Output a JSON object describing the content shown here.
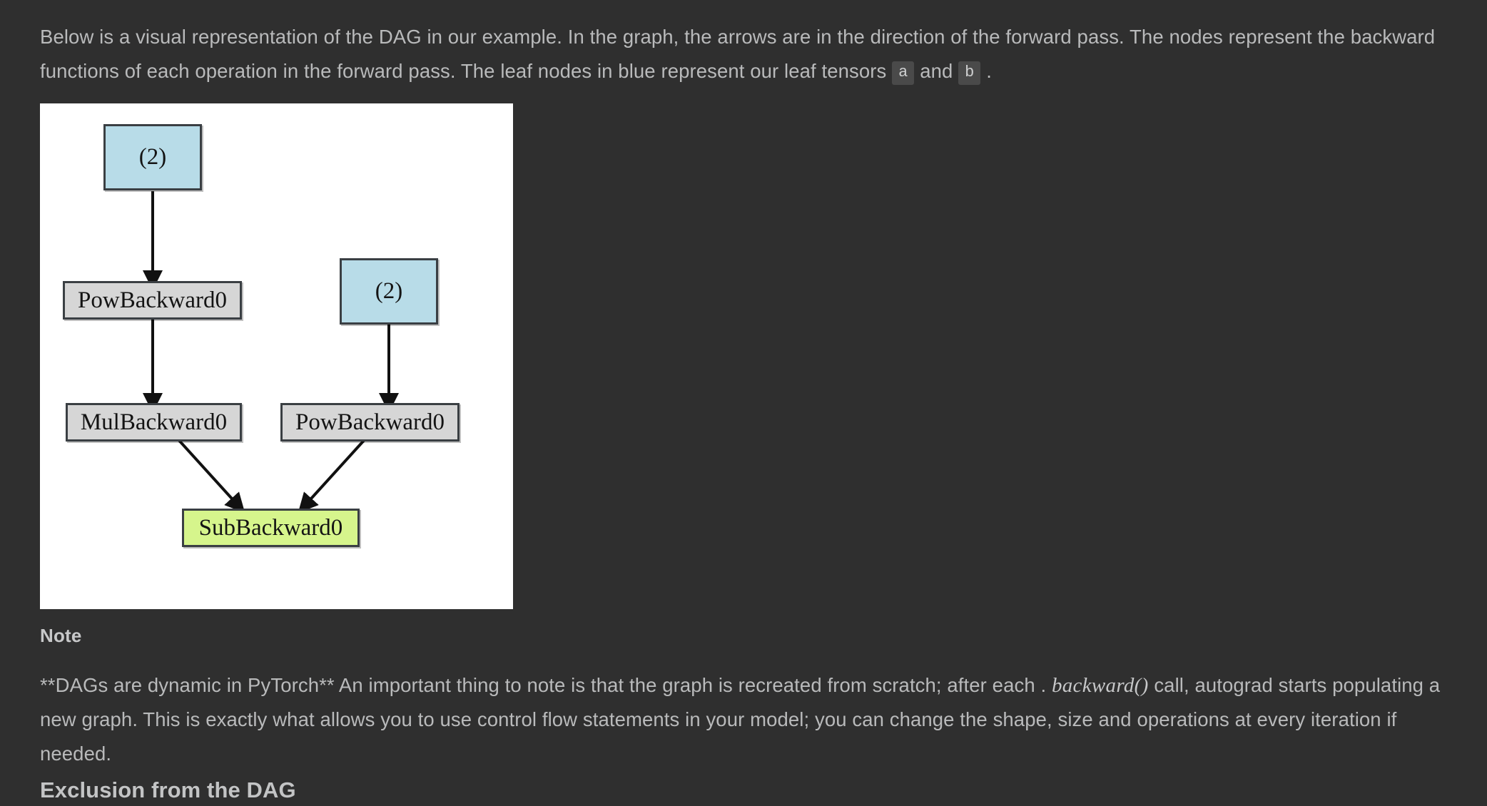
{
  "intro": {
    "part1": "Below is a visual representation of the DAG in our example. In the graph, the arrows are in the direction of the forward pass. The nodes represent the backward functions of each operation in the forward pass. The leaf nodes in blue represent our leaf tensors",
    "code_a": "a",
    "conjunction": "and",
    "code_b": "b",
    "period": "."
  },
  "diagram": {
    "alt": "autograd DAG",
    "nodes": [
      {
        "id": "leaf-a",
        "label": "(2)",
        "type": "leaf"
      },
      {
        "id": "pow-a",
        "label": "PowBackward0",
        "type": "op"
      },
      {
        "id": "leaf-b",
        "label": "(2)",
        "type": "leaf"
      },
      {
        "id": "mul",
        "label": "MulBackward0",
        "type": "op"
      },
      {
        "id": "pow-b",
        "label": "PowBackward0",
        "type": "op"
      },
      {
        "id": "sub",
        "label": "SubBackward0",
        "type": "out"
      }
    ],
    "colors": {
      "leaf": "#b8dce8",
      "op": "#d6d6d6",
      "out": "#d6f58c",
      "border": "#3a3f43",
      "canvas": "#ffffff",
      "edge": "#111111"
    },
    "edges": [
      {
        "from": "leaf-a",
        "to": "pow-a"
      },
      {
        "from": "pow-a",
        "to": "mul"
      },
      {
        "from": "leaf-b",
        "to": "pow-b"
      },
      {
        "from": "mul",
        "to": "sub"
      },
      {
        "from": "pow-b",
        "to": "sub"
      }
    ]
  },
  "note": {
    "heading": "Note",
    "text_before_math": "**DAGs are dynamic in PyTorch** An important thing to note is that the graph is recreated from scratch; after each .",
    "math": "backward",
    "math_parens": "()",
    "text_after_math": "call, autograd starts populating a new graph. This is exactly what allows you to use control flow statements in your model; you can change the shape, size and operations at every iteration if needed."
  },
  "next_section": {
    "heading": "Exclusion from the DAG"
  },
  "theme": {
    "background": "#2f2f2f",
    "text": "#b9babb",
    "code_bg": "#4a4a4a"
  }
}
